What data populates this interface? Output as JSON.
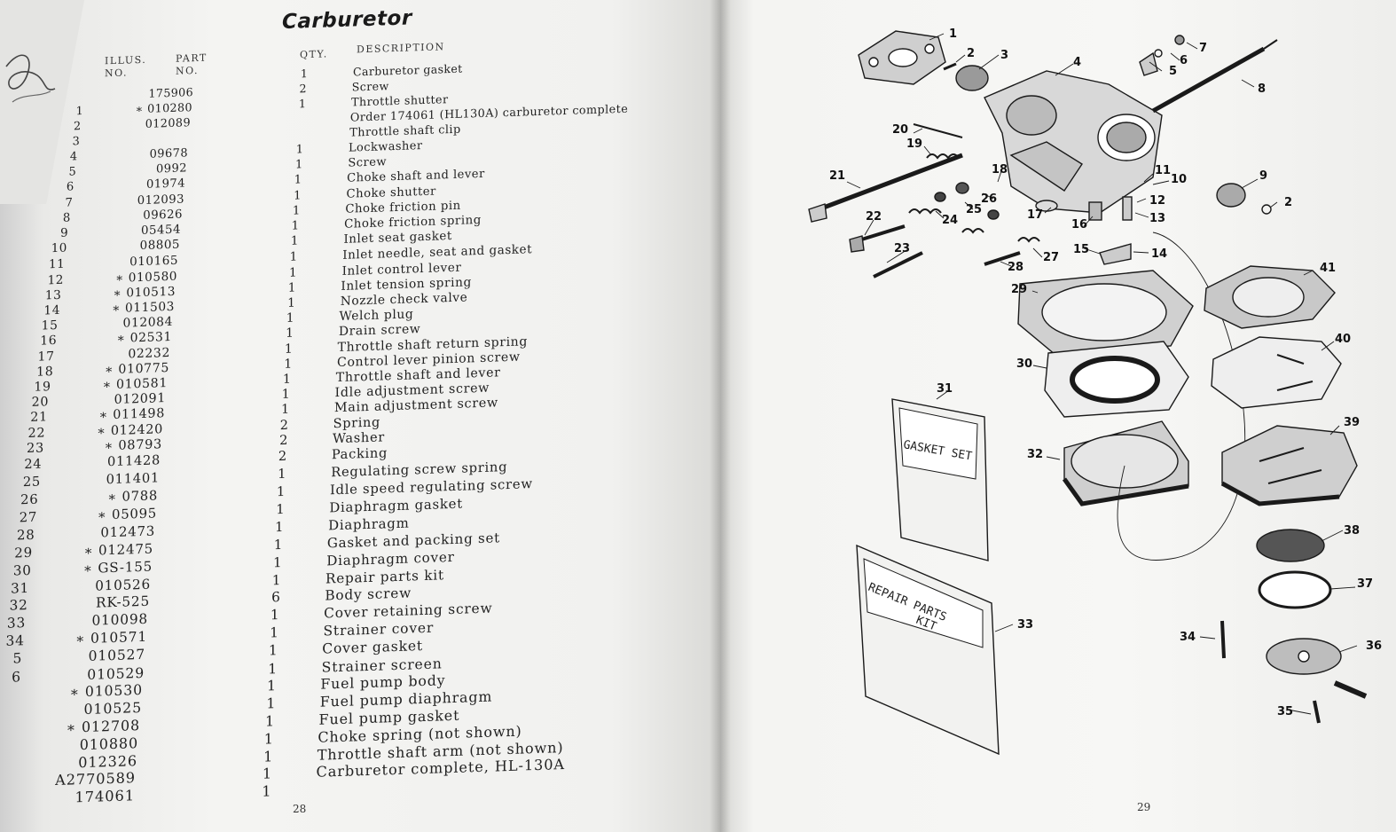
{
  "left_page": {
    "title": "Carburetor",
    "headers": {
      "illus_no": "ILLUS.\nNO.",
      "part_no": "PART\nNO.",
      "qty": "QTY.",
      "description": "DESCRIPTION"
    },
    "rows": [
      {
        "no": "",
        "part": "",
        "qty": "1",
        "desc": "Carburetor gasket"
      },
      {
        "no": "",
        "part": "175906",
        "qty": "2",
        "desc": "Screw"
      },
      {
        "no": "1",
        "part": "∗ 010280",
        "qty": "1",
        "desc": "Throttle shutter"
      },
      {
        "no": "2",
        "part": "012089",
        "qty": "",
        "desc": "Order 174061 (HL130A) carburetor complete"
      },
      {
        "no": "3",
        "part": "",
        "qty": "",
        "desc": "Throttle shaft clip"
      },
      {
        "no": "4",
        "part": "09678",
        "qty": "1",
        "desc": "Lockwasher"
      },
      {
        "no": "5",
        "part": "0992",
        "qty": "1",
        "desc": "Screw"
      },
      {
        "no": "6",
        "part": "01974",
        "qty": "1",
        "desc": "Choke shaft and lever"
      },
      {
        "no": "7",
        "part": "012093",
        "qty": "1",
        "desc": "Choke shutter"
      },
      {
        "no": "8",
        "part": "09626",
        "qty": "1",
        "desc": "Choke friction pin"
      },
      {
        "no": "9",
        "part": "05454",
        "qty": "1",
        "desc": "Choke friction spring"
      },
      {
        "no": "10",
        "part": "08805",
        "qty": "1",
        "desc": "Inlet seat gasket"
      },
      {
        "no": "11",
        "part": "010165",
        "qty": "1",
        "desc": "Inlet needle, seat and gasket"
      },
      {
        "no": "12",
        "part": "∗ 010580",
        "qty": "1",
        "desc": "Inlet control lever"
      },
      {
        "no": "13",
        "part": "∗ 010513",
        "qty": "1",
        "desc": "Inlet tension spring"
      },
      {
        "no": "14",
        "part": "∗ 011503",
        "qty": "1",
        "desc": "Nozzle check valve"
      },
      {
        "no": "15",
        "part": "012084",
        "qty": "1",
        "desc": "Welch plug"
      },
      {
        "no": "16",
        "part": "∗ 02531",
        "qty": "1",
        "desc": "Drain screw"
      },
      {
        "no": "17",
        "part": "02232",
        "qty": "1",
        "desc": "Throttle shaft return spring"
      },
      {
        "no": "18",
        "part": "∗ 010775",
        "qty": "1",
        "desc": "Control lever pinion screw"
      },
      {
        "no": "19",
        "part": "∗ 010581",
        "qty": "1",
        "desc": "Throttle shaft and lever"
      },
      {
        "no": "20",
        "part": "012091",
        "qty": "1",
        "desc": "Idle adjustment screw"
      },
      {
        "no": "21",
        "part": "∗ 011498",
        "qty": "1",
        "desc": "Main adjustment screw"
      },
      {
        "no": "22",
        "part": "∗ 012420",
        "qty": "2",
        "desc": "Spring"
      },
      {
        "no": "23",
        "part": "∗ 08793",
        "qty": "2",
        "desc": "Washer"
      },
      {
        "no": "24",
        "part": "011428",
        "qty": "2",
        "desc": "Packing"
      },
      {
        "no": "25",
        "part": "011401",
        "qty": "1",
        "desc": "Regulating screw spring"
      },
      {
        "no": "26",
        "part": "∗ 0788",
        "qty": "1",
        "desc": "Idle speed regulating screw"
      },
      {
        "no": "27",
        "part": "∗ 05095",
        "qty": "1",
        "desc": "Diaphragm gasket"
      },
      {
        "no": "28",
        "part": "012473",
        "qty": "1",
        "desc": "Diaphragm"
      },
      {
        "no": "29",
        "part": "∗ 012475",
        "qty": "1",
        "desc": "Gasket and packing set"
      },
      {
        "no": "30",
        "part": "∗ GS-155",
        "qty": "1",
        "desc": "Diaphragm cover"
      },
      {
        "no": "31",
        "part": "010526",
        "qty": "1",
        "desc": "Repair parts kit"
      },
      {
        "no": "32",
        "part": "RK-525",
        "qty": "6",
        "desc": "Body screw"
      },
      {
        "no": "33",
        "part": "010098",
        "qty": "1",
        "desc": "Cover retaining screw"
      },
      {
        "no": "34",
        "part": "∗ 010571",
        "qty": "1",
        "desc": "Strainer cover"
      },
      {
        "no": "5",
        "part": "010527",
        "qty": "1",
        "desc": "Cover gasket"
      },
      {
        "no": "6",
        "part": "010529",
        "qty": "1",
        "desc": "Strainer screen"
      },
      {
        "no": "",
        "part": "∗ 010530",
        "qty": "1",
        "desc": "Fuel pump body"
      },
      {
        "no": "",
        "part": "010525",
        "qty": "1",
        "desc": "Fuel pump diaphragm"
      },
      {
        "no": "",
        "part": "∗ 012708",
        "qty": "1",
        "desc": "Fuel pump gasket"
      },
      {
        "no": "",
        "part": "010880",
        "qty": "1",
        "desc": "Choke spring (not shown)"
      },
      {
        "no": "",
        "part": "012326",
        "qty": "1",
        "desc": "Throttle shaft arm (not shown)"
      },
      {
        "no": "",
        "part": "A2770589",
        "qty": "1",
        "desc": "Carburetor complete, HL-130A"
      },
      {
        "no": "",
        "part": "174061",
        "qty": "1",
        "desc": ""
      }
    ],
    "page_number": "28"
  },
  "right_page": {
    "page_number": "29",
    "box_gasket_set": "GASKET SET",
    "box_repair_kit_line1": "REPAIR PARTS",
    "box_repair_kit_line2": "KIT",
    "callouts": [
      "1",
      "2",
      "3",
      "4",
      "5",
      "6",
      "7",
      "8",
      "9",
      "2",
      "10",
      "11",
      "12",
      "13",
      "14",
      "15",
      "16",
      "17",
      "18",
      "19",
      "20",
      "21",
      "22",
      "23",
      "24",
      "25",
      "26",
      "27",
      "28",
      "29",
      "30",
      "31",
      "32",
      "33",
      "34",
      "35",
      "36",
      "37",
      "38",
      "39",
      "40",
      "41"
    ]
  }
}
